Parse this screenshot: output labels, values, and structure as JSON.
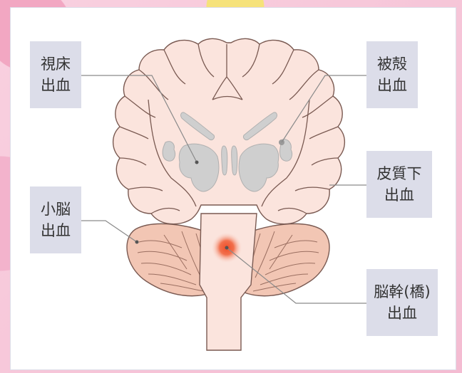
{
  "labels": {
    "thalamic": {
      "line1": "視床",
      "line2": "出血"
    },
    "putaminal": {
      "line1": "被殻",
      "line2": "出血"
    },
    "subcortical": {
      "line1": "皮質下",
      "line2": "出血"
    },
    "cerebellar": {
      "line1": "小脳",
      "line2": "出血"
    },
    "brainstem": {
      "line1": "脳幹(橋)",
      "line2": "出血"
    }
  },
  "colors": {
    "background": "#f7c6d8",
    "card": "#ffffff",
    "label_box": "#dcdde9",
    "brain_fill": "#fbe4dd",
    "brain_outline": "#7a5a52",
    "cerebellum_fill": "#f2c6b4",
    "gray_matter": "#cfcfcf",
    "hemorrhage": "#ee5a35",
    "leader_line": "#8a8a8a"
  }
}
